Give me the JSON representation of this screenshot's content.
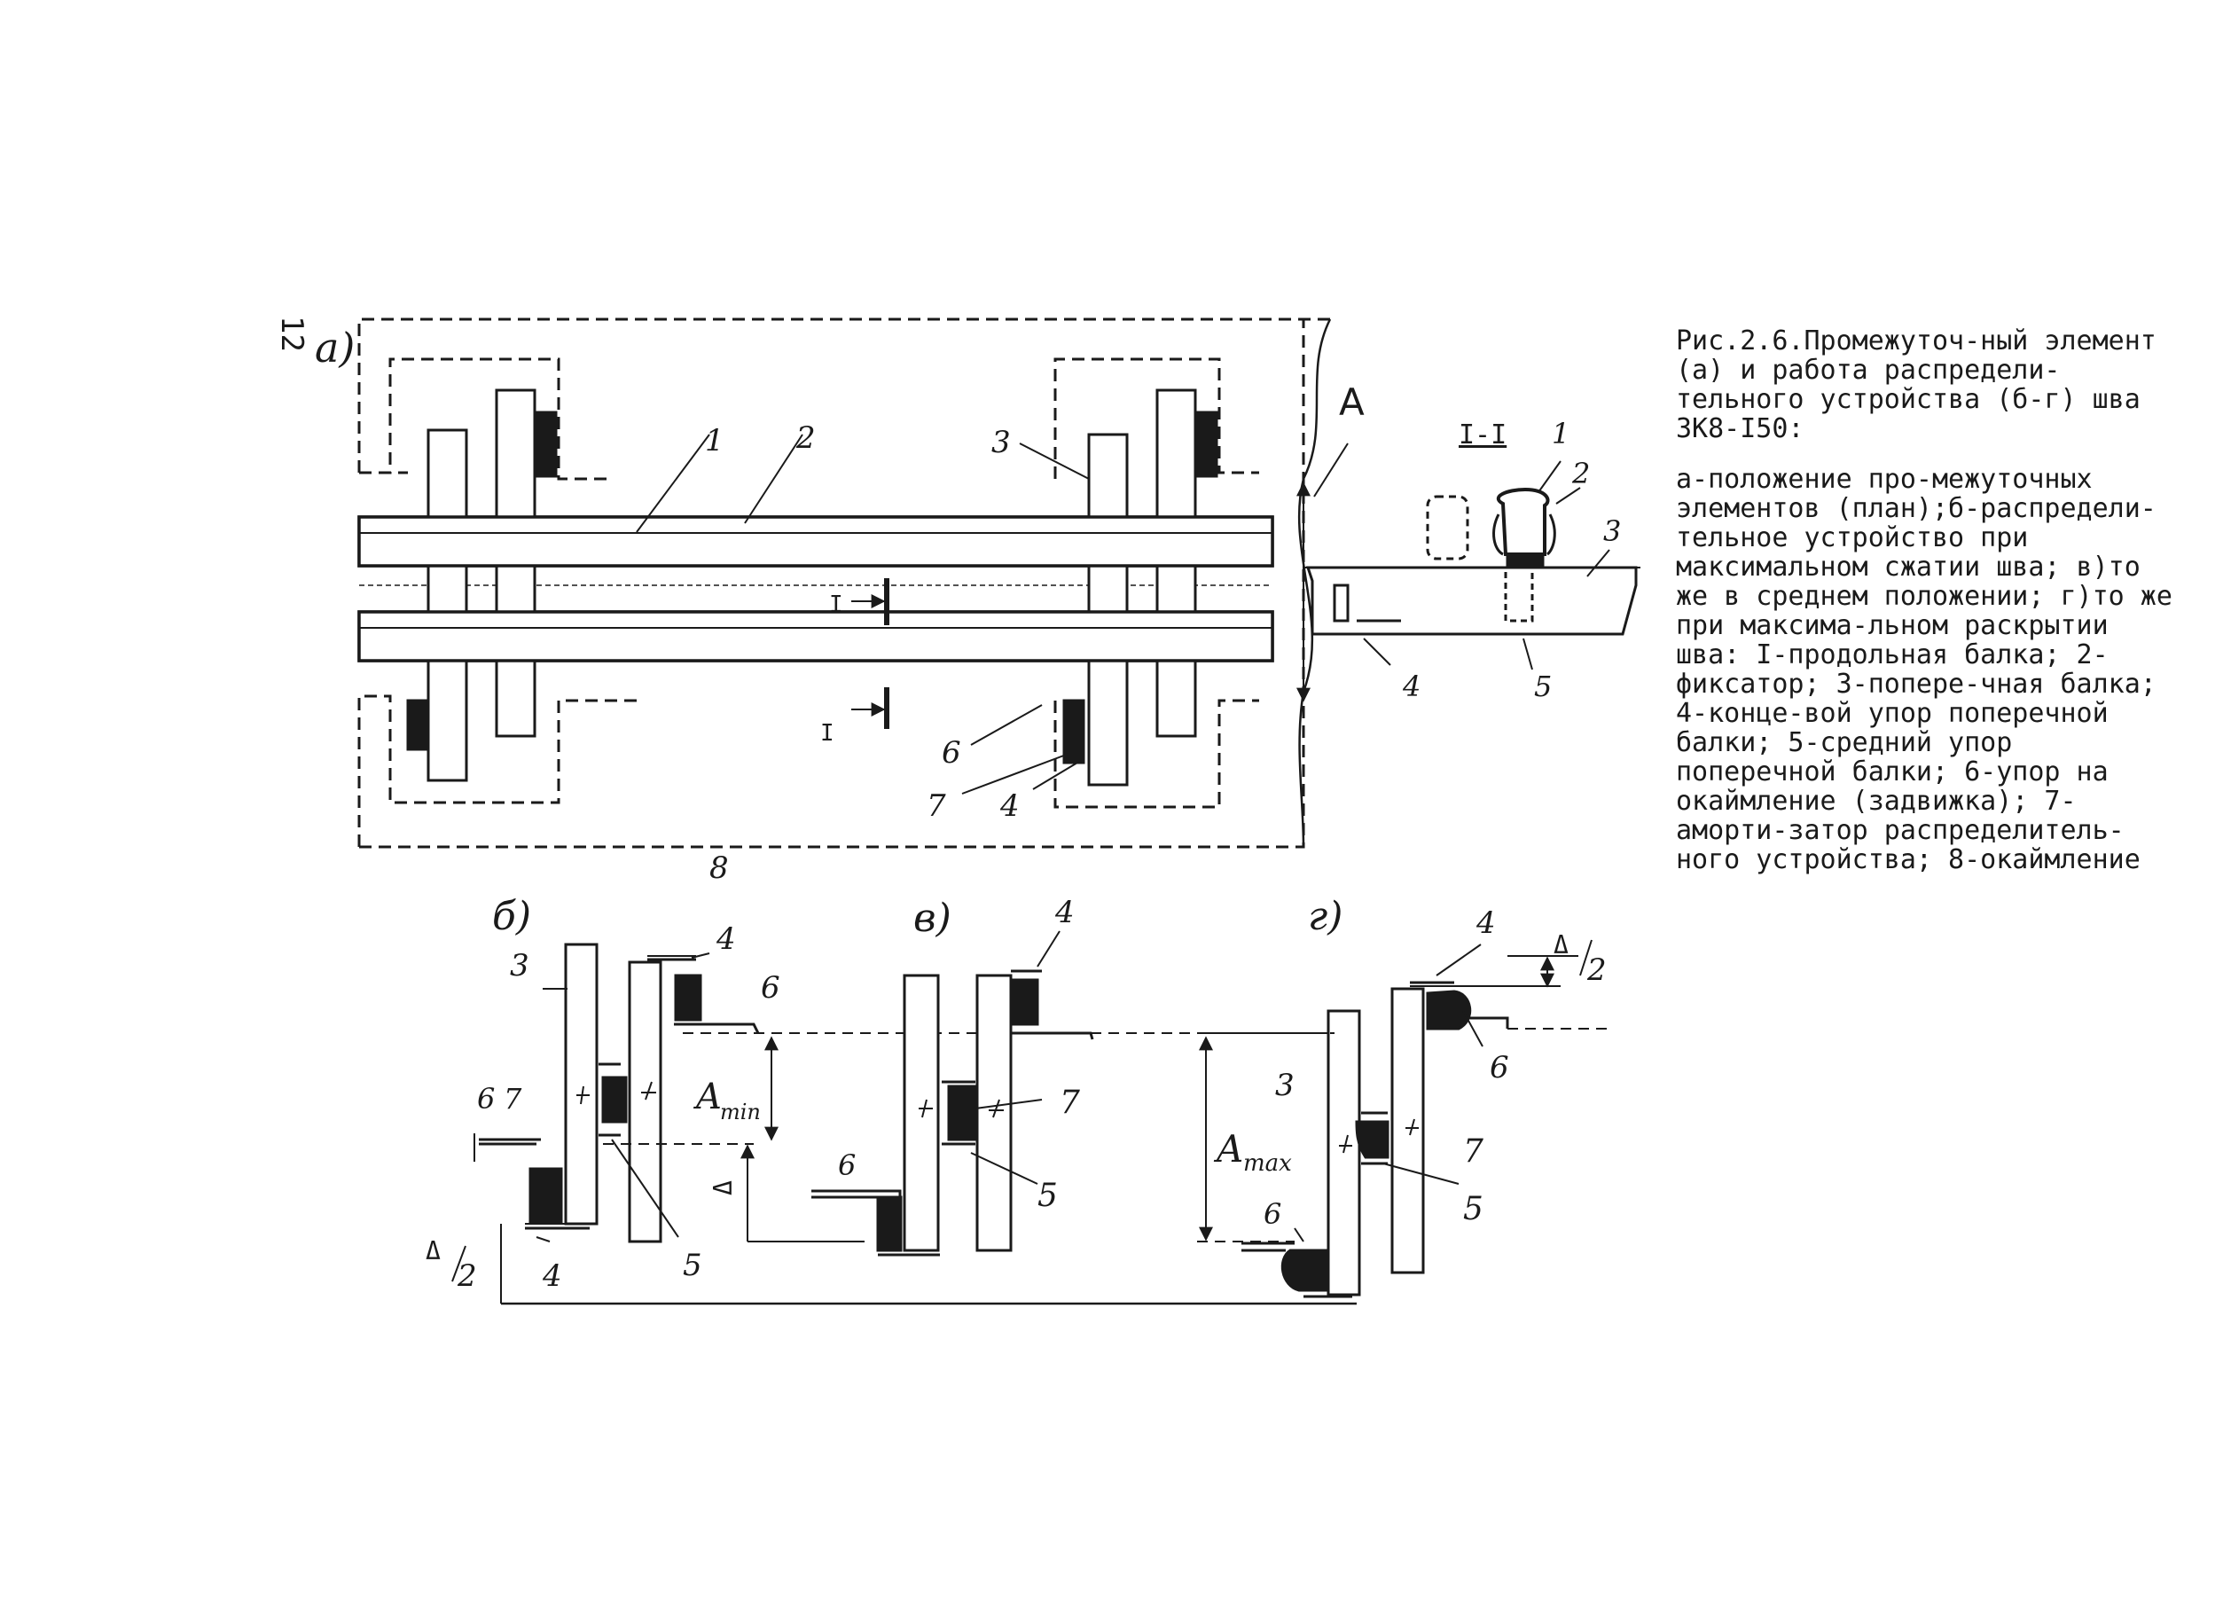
{
  "page_number": "12",
  "caption": {
    "title": "Рис.2.6.Промежуточ-ный элемент (а) и работа распредели-тельного устройства (б-г) шва ЗК8-І50:",
    "body": "а-положение про-межуточных элементов (план);б-распредели-тельное устройство при максимальном сжатии шва; в)то же в среднем положении; г)то же при максима-льном раскрытии шва: І-продольная балка; 2-фиксатор; 3-попере-чная балка; 4-конце-вой упор поперечной балки; 5-средний упор поперечной балки; 6-упор на окаймление (задвижка); 7-аморти-затор распределитель-ного устройства; 8-окаймление"
  },
  "labels": {
    "panel_a": "а)",
    "panel_b": "б)",
    "panel_v": "в)",
    "panel_g": "г)",
    "n1": "1",
    "n2": "2",
    "n3": "3",
    "n4": "4",
    "n5": "5",
    "n6": "6",
    "n7": "7",
    "n8": "8",
    "dim_A": "А",
    "section": "І-І",
    "sec_mark": "І",
    "A_min_main": "A",
    "A_min_sub": "min",
    "A_max_main": "A",
    "A_max_sub": "max",
    "delta": "Δ",
    "half": "2"
  }
}
